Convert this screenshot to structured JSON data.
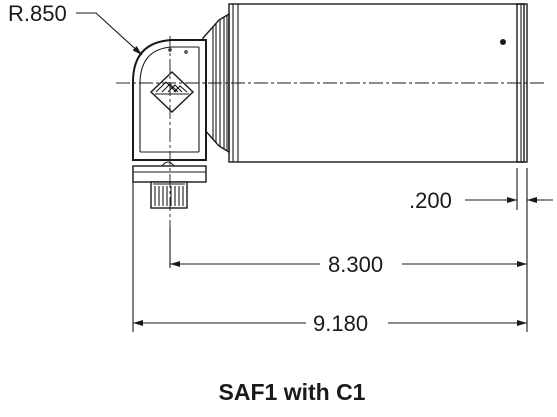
{
  "dimensions": {
    "radius_label": "R.850",
    "gap_label": ".200",
    "body_length_label": "8.300",
    "overall_length_label": "9.180"
  },
  "caption": "SAF1 with C1"
}
